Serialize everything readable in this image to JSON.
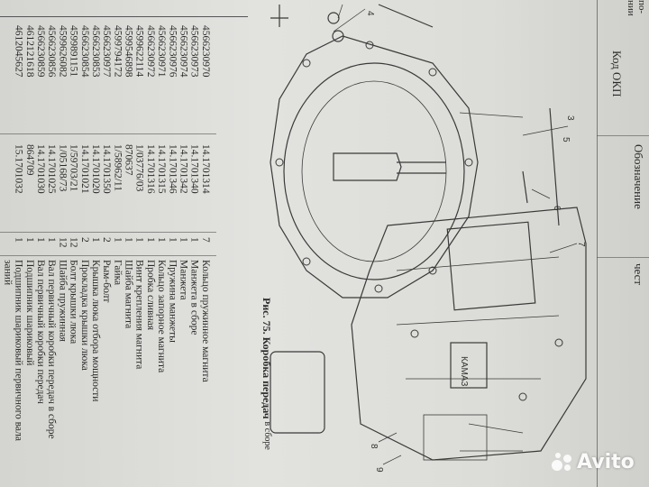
{
  "header": {
    "col_qty_partial": "по-\nнии",
    "col_okp": "Код ОКП",
    "col_designation": "Обозначение",
    "col_count_partial": "чест"
  },
  "rows": [
    {
      "okp": "4566230970",
      "designation": "14.1701314",
      "qty": "7",
      "name": "Кольцо пружинное магнита"
    },
    {
      "okp": "4566230973",
      "designation": "14.1701340",
      "qty": "1",
      "name": "Манжета в сборе"
    },
    {
      "okp": "4566230974",
      "designation": "14.1701342",
      "qty": "1",
      "name": "Манжета"
    },
    {
      "okp": "4566230976",
      "designation": "14.1701346",
      "qty": "1",
      "name": "Пружина манжеты"
    },
    {
      "okp": "4566230971",
      "designation": "14.1701315",
      "qty": "1",
      "name": "Кольцо запорное магнита"
    },
    {
      "okp": "4566230972",
      "designation": "14.1701316",
      "qty": "1",
      "name": "Пробка сливная"
    },
    {
      "okp": "4599622114",
      "designation": "1/03776/03",
      "qty": "1",
      "name": "Винт крепления магнита"
    },
    {
      "okp": "4599546898",
      "designation": "870637",
      "qty": "1",
      "name": "Шайба магнита"
    },
    {
      "okp": "4599794172",
      "designation": "1/58962/11",
      "qty": "1",
      "name": "Гайка"
    },
    {
      "okp": "4566230977",
      "designation": "14.1701350",
      "qty": "2",
      "name": "Рым-болт"
    },
    {
      "okp": "4566230853",
      "designation": "14.1701020",
      "qty": "1",
      "name": "Крышка люка отбора мощности"
    },
    {
      "okp": "4566230854",
      "designation": "14.1701021",
      "qty": "2",
      "name": "Прокладка крышки люка"
    },
    {
      "okp": "4599891151",
      "designation": "1/59703/21",
      "qty": "12",
      "name": "Болт крышки люка"
    },
    {
      "okp": "4599626082",
      "designation": "1/05168/73",
      "qty": "12",
      "name": "Шайба пружинная"
    },
    {
      "okp": "4566230856",
      "designation": "14.1701025",
      "qty": "1",
      "name": "Вал первичный коробки передач в сборе"
    },
    {
      "okp": "4566230859",
      "designation": "14.1701030",
      "qty": "1",
      "name": "Вал первичный коробки передач"
    },
    {
      "okp": "4612121618",
      "designation": "864709",
      "qty": "1",
      "name": "Подшипник шариковый"
    },
    {
      "okp": "4612045627",
      "designation": "15.1701032",
      "qty": "1",
      "name": "Подшипник шариковый первичного вала"
    },
    {
      "okp": "",
      "designation": "",
      "qty": "",
      "name": "заний"
    }
  ],
  "figure": {
    "caption": "Рис. 75. Коробка передач",
    "caption_tail": "в сборе",
    "callouts": [
      "4",
      "3",
      "5",
      "6",
      "7",
      "8",
      "9"
    ],
    "plate_text": "КАМАЗ"
  },
  "watermark": "Avito"
}
